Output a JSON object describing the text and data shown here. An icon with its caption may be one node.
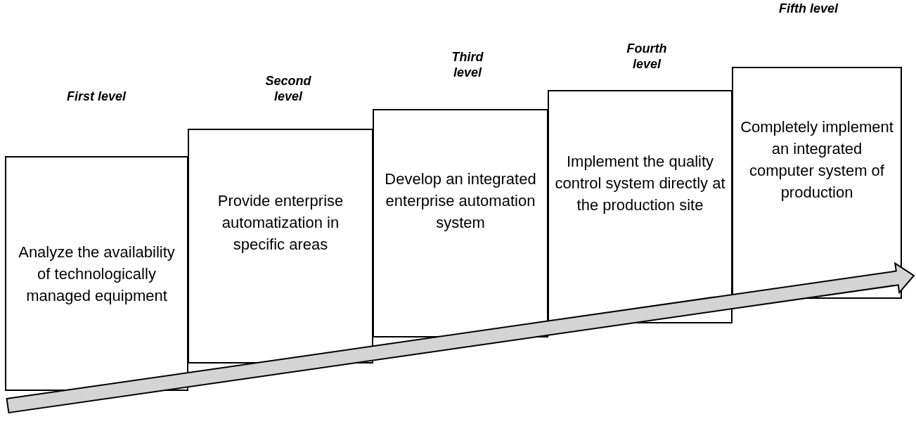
{
  "diagram": {
    "nodes": [
      {
        "text": [
          "First level",
          "Analyze the availability of technologically managed equipment"
        ]
      },
      {
        "text": [
          "Second level",
          "Provide enterprise automatization in specific areas"
        ]
      },
      {
        "text": [
          "Third level",
          "Develop an integrated enterprise automation system"
        ]
      },
      {
        "text": [
          "Fourth level",
          "Implement the quality control system directly at the production site"
        ]
      },
      {
        "text": [
          "Fifth level",
          "Completely implement an integrated computer system of production"
        ]
      }
    ],
    "edges": []
  }
}
